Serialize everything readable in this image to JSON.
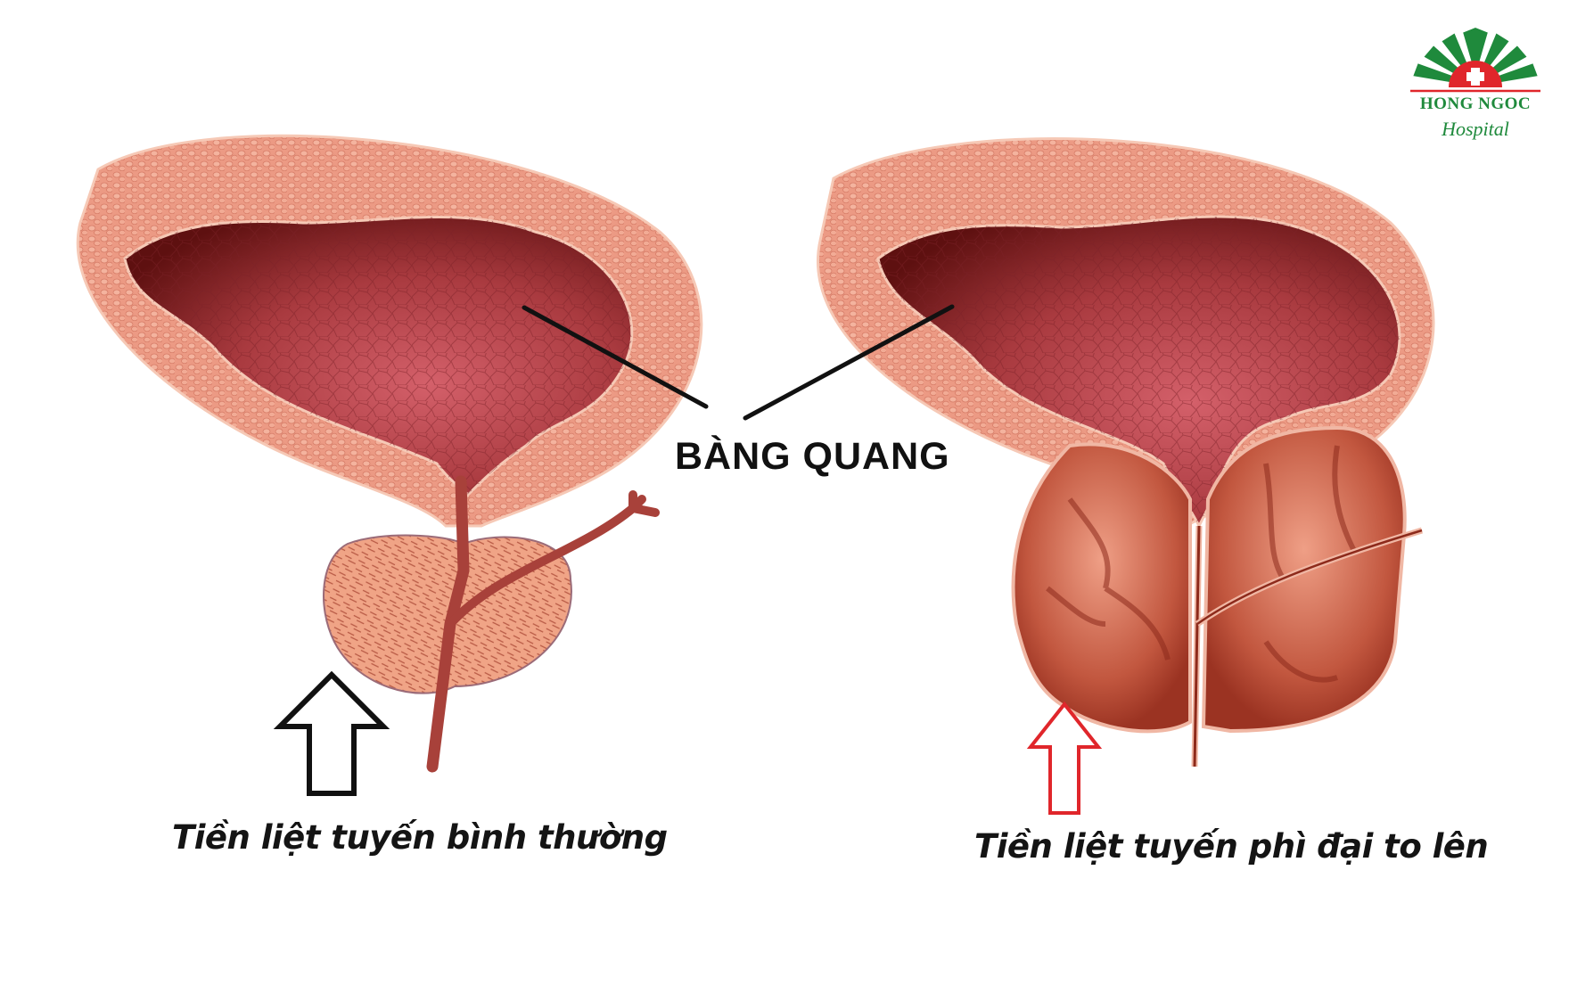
{
  "diagram": {
    "center_label": "BÀNG QUANG",
    "left_panel": {
      "caption": "Tiền liệt tuyến bình thường",
      "arrow_color": "#111111",
      "description": "normal prostate"
    },
    "right_panel": {
      "caption": "Tiền liệt tuyến phì đại to lên",
      "arrow_color": "#e0262b",
      "description": "enlarged prostate"
    },
    "colors": {
      "bladder_wall": "#ec9a84",
      "bladder_wall_edge": "#f6c9b6",
      "bladder_lumen_dark": "#6e1414",
      "bladder_lumen_light": "#d4606a",
      "prostate_normal": "#f0a486",
      "prostate_enlarged": "#b9452f",
      "prostate_enlarged_light": "#e58a70",
      "urethra": "#a8413a",
      "leader_line": "#111111",
      "background": "#ffffff"
    }
  },
  "logo": {
    "name": "HONG NGOC",
    "subtitle": "Hospital",
    "green": "#1f8a3c",
    "red": "#e0262b"
  }
}
